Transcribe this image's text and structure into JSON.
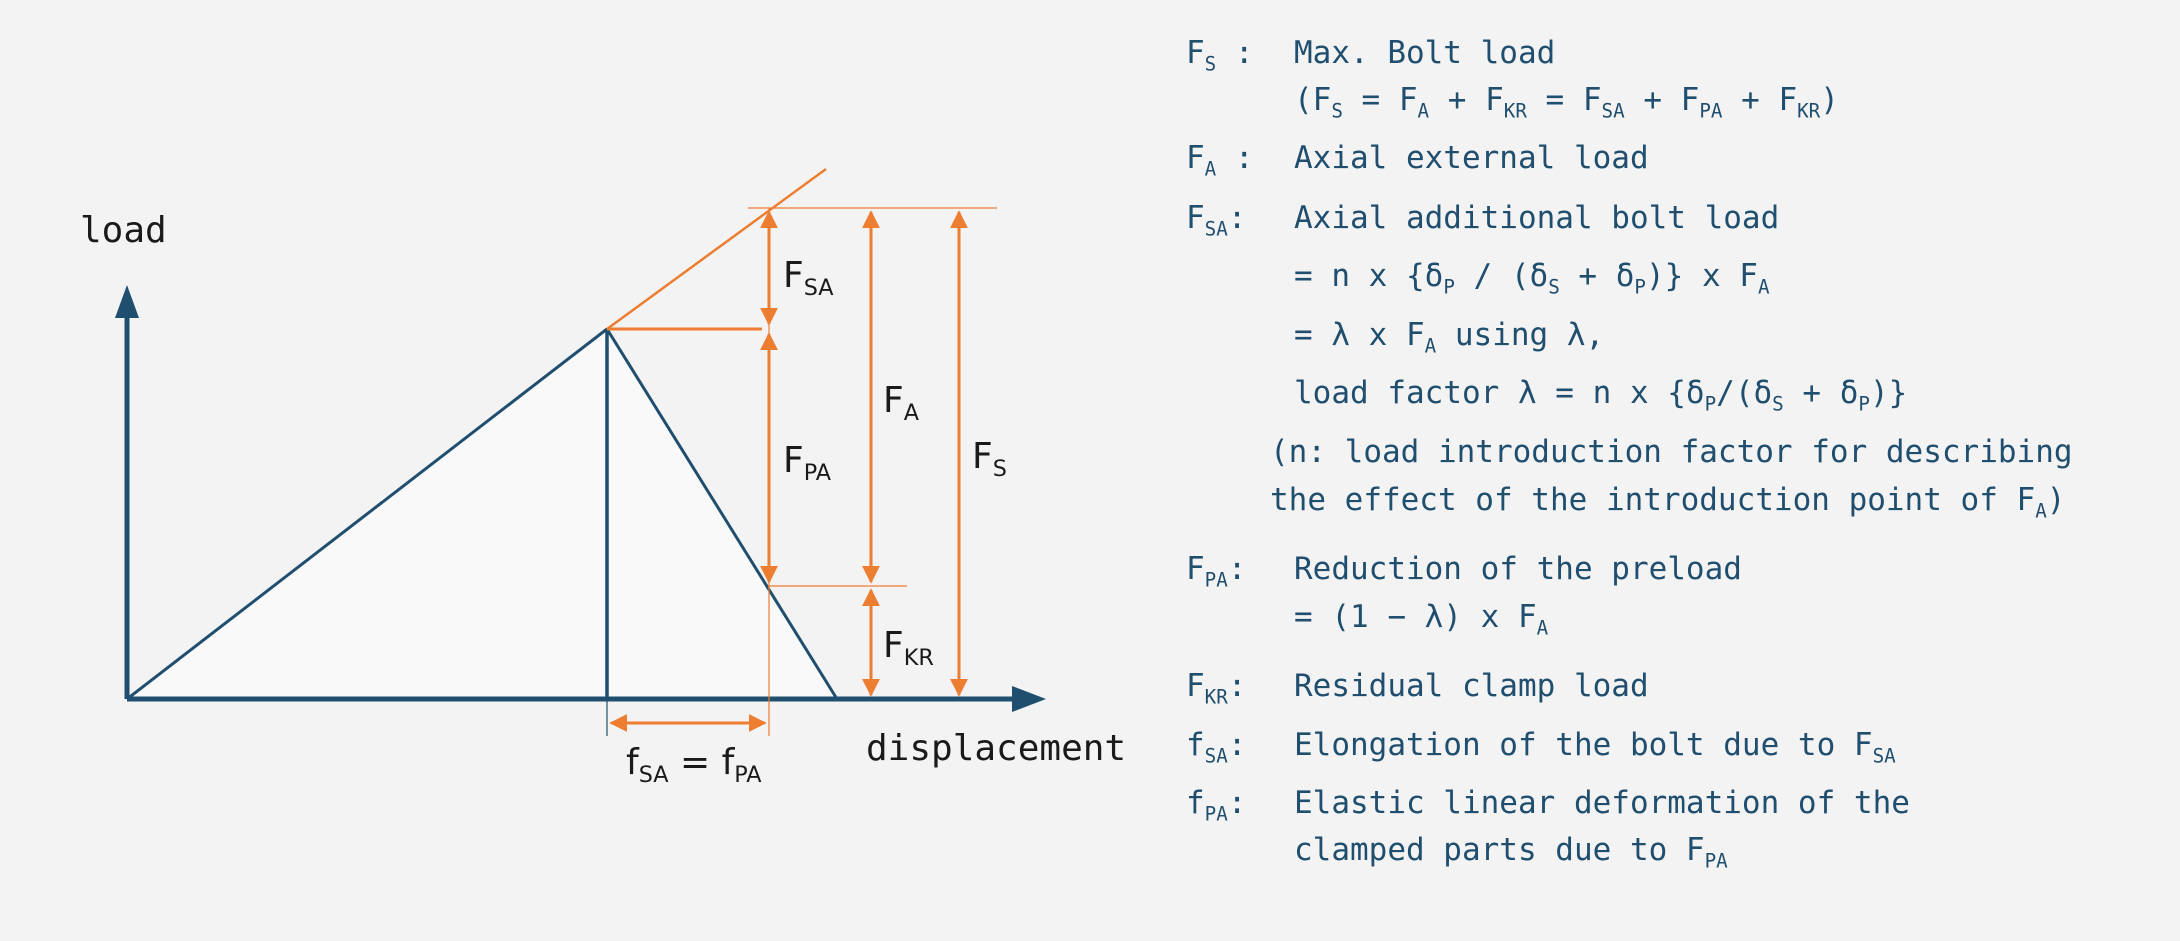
{
  "axes": {
    "y_label": "load",
    "x_label": "displacement"
  },
  "diagram_labels": {
    "FSA": {
      "main": "F",
      "sub": "SA"
    },
    "FPA": {
      "main": "F",
      "sub": "PA"
    },
    "FA": {
      "main": "F",
      "sub": "A"
    },
    "FS": {
      "main": "F",
      "sub": "S"
    },
    "FKR": {
      "main": "F",
      "sub": "KR"
    },
    "fsa_a": {
      "main": "f",
      "sub": "SA"
    },
    "eq_sign": " = ",
    "fsa_b": {
      "main": "f",
      "sub": "PA"
    }
  },
  "definitions": {
    "fs": {
      "sym": "F",
      "sym_sub": "S",
      "colon": " :",
      "line1": "Max. Bolt load",
      "line2": {
        "p1": "(F",
        "s1": "S",
        "p2": " = F",
        "s2": "A",
        "p3": " + F",
        "s3": "KR",
        "p4": " = F",
        "s4": "SA",
        "p5": " + F",
        "s5": "PA",
        "p6": " + F",
        "s6": "KR",
        "p7": ")"
      }
    },
    "fa": {
      "sym": "F",
      "sym_sub": "A",
      "colon": " :",
      "line1": "Axial external load"
    },
    "fsa": {
      "sym": "F",
      "sym_sub": "SA",
      "colon": ":",
      "line1": "Axial additional bolt load",
      "line2": {
        "p1": "= n x {δ",
        "s1": "P",
        "p2": " / (δ",
        "s2": "S",
        "p3": " + δ",
        "s3": "P",
        "p4": ")} x F",
        "s4": "A"
      },
      "line3": {
        "p1": "= λ x F",
        "s1": "A",
        "p2": " using λ,"
      },
      "line4": {
        "p1": "load factor λ = n x {δ",
        "s1": "P",
        "p2": "/(δ",
        "s2": "S",
        "p3": " + δ",
        "s3": "P",
        "p4": ")}"
      },
      "note1": "(n: load introduction factor for describing",
      "note2": {
        "p1": "the effect of the introduction point of F",
        "s1": "A",
        "p2": ")"
      }
    },
    "fpa": {
      "sym": "F",
      "sym_sub": "PA",
      "colon": ":",
      "line1": "Reduction of the preload",
      "line2": {
        "p1": "= (1 − λ) x F",
        "s1": "A"
      }
    },
    "fkr": {
      "sym": "F",
      "sym_sub": "KR",
      "colon": ":",
      "line1": "Residual clamp load"
    },
    "fsa_small": {
      "sym": "f",
      "sym_sub": "SA",
      "colon": ":",
      "line1": {
        "p1": "Elongation of the bolt due to F",
        "s1": "SA"
      }
    },
    "fpa_small": {
      "sym": "f",
      "sym_sub": "PA",
      "colon": ":",
      "line1": "Elastic linear deformation of the",
      "line2": {
        "p1": "clamped parts due to F",
        "s1": "PA"
      }
    }
  },
  "colors": {
    "axis": "#1f4e6e",
    "accent": "#ed7d31",
    "text": "#1f4e6e",
    "fill": "#f9f9f9"
  }
}
